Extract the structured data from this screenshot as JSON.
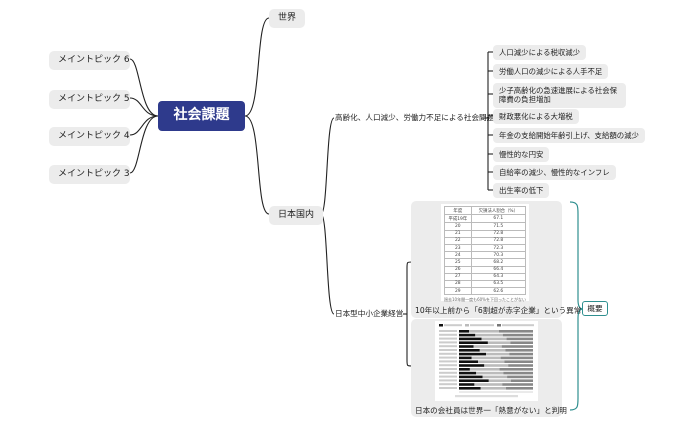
{
  "root": {
    "label": "社会課題"
  },
  "left_topics": [
    {
      "label": "メイントピック 6"
    },
    {
      "label": "メイントピック 5"
    },
    {
      "label": "メイントピック 4"
    },
    {
      "label": "メイントピック 3"
    }
  ],
  "right_topics": {
    "world": {
      "label": "世界"
    },
    "japan": {
      "label": "日本国内",
      "aging": {
        "label": "高齢化、人口減少、労働力不足による社会問題",
        "items": [
          "人口減少による税収減少",
          "労働人口の減少による人手不足",
          "少子高齢化の急速進展による社会保障費の負担増加",
          "財政悪化による大増税",
          "年金の支給開始年齢引上げ、支給額の減少",
          "慢性的な円安",
          "自給率の減少、慢性的なインフレ",
          "出生率の低下"
        ]
      },
      "sme": {
        "label": "日本型中小企業経営",
        "table_card": {
          "caption": "10年以上前から「6割超が赤字企業」という異常",
          "table": {
            "headers": [
              "年度",
              "欠損法人割合（%）"
            ],
            "rows": [
              [
                "平成19年",
                "67.1"
              ],
              [
                "20",
                "71.5"
              ],
              [
                "21",
                "72.8"
              ],
              [
                "22",
                "72.8"
              ],
              [
                "23",
                "72.3"
              ],
              [
                "24",
                "70.3"
              ],
              [
                "25",
                "68.2"
              ],
              [
                "26",
                "66.4"
              ],
              [
                "27",
                "64.3"
              ],
              [
                "28",
                "63.5"
              ],
              [
                "29",
                "62.6"
              ]
            ],
            "note": "過去10年間一度も60%を下回ったことがない"
          }
        },
        "chart_card": {
          "caption": "日本の会社員は世界一「熱意がない」と判明"
        }
      }
    }
  },
  "summary": {
    "label": "概要"
  },
  "colors": {
    "root_bg": "#2e3a8c",
    "node_bg": "#ececec",
    "line": "#222222",
    "bracket": "#2f8f8f"
  }
}
